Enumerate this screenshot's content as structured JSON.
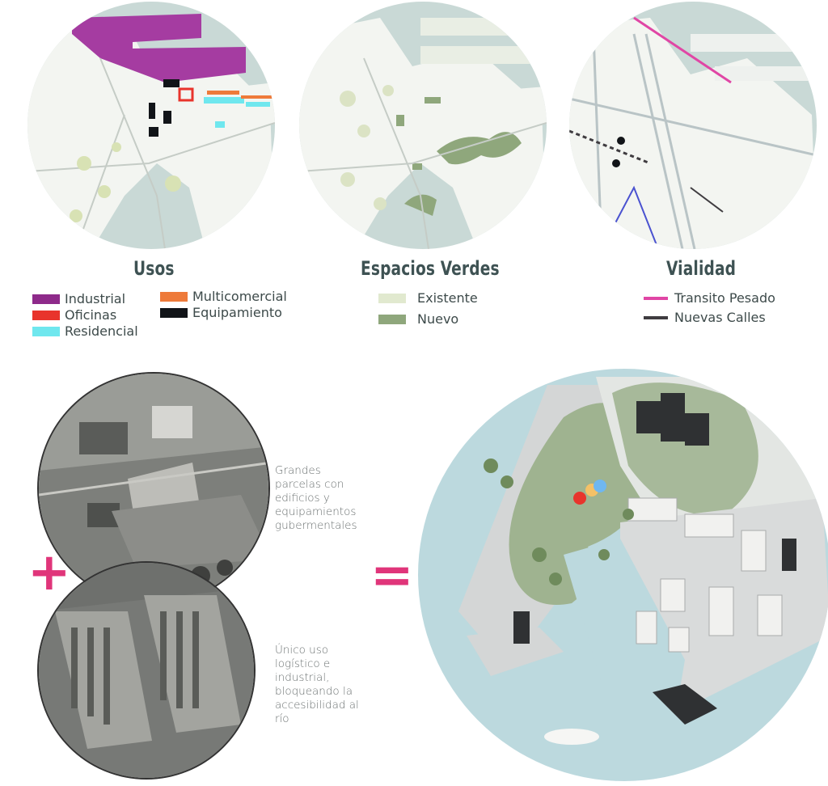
{
  "maps": {
    "usos": {
      "title": "Usos",
      "legend": [
        {
          "label": "Industrial",
          "color": "#8e2a8a"
        },
        {
          "label": "Oficinas",
          "color": "#e8342c"
        },
        {
          "label": "Residencial",
          "color": "#6fe7ee"
        },
        {
          "label": "Multicomercial",
          "color": "#ee7a3a"
        },
        {
          "label": "Equipamiento",
          "color": "#111418"
        }
      ]
    },
    "verdes": {
      "title": "Espacios Verdes",
      "legend": [
        {
          "label": "Existente",
          "color": "#e1e9cf"
        },
        {
          "label": "Nuevo",
          "color": "#8fa77c"
        }
      ]
    },
    "vialidad": {
      "title": "Vialidad",
      "legend": [
        {
          "label": "Transito Pesado",
          "color": "#e046a5"
        },
        {
          "label": "Nuevas Calles",
          "color": "#3f3c40"
        }
      ]
    }
  },
  "photos": {
    "top_caption": "Grandes parcelas con edificios y equipamientos gubermentales",
    "bottom_caption": "Único uso logístico e industrial, bloqueando la accesibilidad al río",
    "plus_symbol": "+",
    "equals_symbol": "="
  },
  "colors": {
    "water": "#c9d9d6",
    "land": "#f4f6f3",
    "accent": "#e0357a",
    "heading": "#3e5253"
  }
}
